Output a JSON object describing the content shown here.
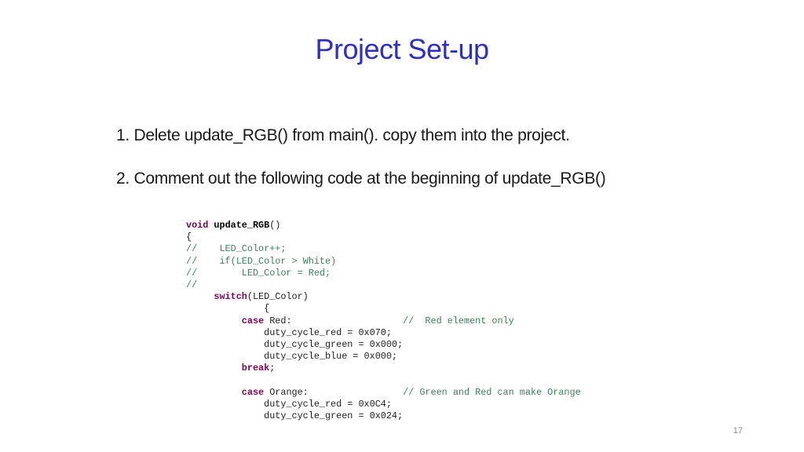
{
  "slide": {
    "title": "Project Set-up",
    "bullets": [
      "1. Delete update_RGB() from main(). copy them into the project.",
      "2. Comment out the following code at the beginning of update_RGB()"
    ],
    "code_lines": [
      {
        "kw": "void ",
        "fn": "update_RGB",
        "code": "()",
        "kw2": "",
        "comment": ""
      },
      {
        "kw": "",
        "fn": "",
        "code": "{",
        "kw2": "",
        "comment": ""
      },
      {
        "kw": "",
        "fn": "",
        "code": "//    LED_Color++;",
        "kw2": "",
        "comment": ""
      },
      {
        "kw": "",
        "fn": "",
        "code": "//    if(LED_Color > White)",
        "kw2": "",
        "comment": ""
      },
      {
        "kw": "",
        "fn": "",
        "code": "//        LED_Color = Red;",
        "kw2": "",
        "comment": ""
      },
      {
        "kw": "",
        "fn": "",
        "code": "//",
        "kw2": "",
        "comment": ""
      },
      {
        "kw": "     switch",
        "fn": "",
        "code": "(LED_Color)",
        "kw2": "",
        "comment": ""
      },
      {
        "kw": "",
        "fn": "",
        "code": "              {",
        "kw2": "",
        "comment": ""
      },
      {
        "kw": "          case ",
        "fn": "",
        "code": "Red:",
        "kw2": "",
        "comment": "                    //  Red element only"
      },
      {
        "kw": "",
        "fn": "",
        "code": "              duty_cycle_red = 0x070;",
        "kw2": "",
        "comment": ""
      },
      {
        "kw": "",
        "fn": "",
        "code": "              duty_cycle_green = 0x000;",
        "kw2": "",
        "comment": ""
      },
      {
        "kw": "",
        "fn": "",
        "code": "              duty_cycle_blue = 0x000;",
        "kw2": "",
        "comment": ""
      },
      {
        "kw": "          break",
        "fn": "",
        "code": ";",
        "kw2": "",
        "comment": ""
      },
      {
        "kw": "",
        "fn": "",
        "code": " ",
        "kw2": "",
        "comment": ""
      },
      {
        "kw": "          case ",
        "fn": "",
        "code": "Orange:",
        "kw2": "",
        "comment": "                 // Green and Red can make Orange"
      },
      {
        "kw": "",
        "fn": "",
        "code": "              duty_cycle_red = 0x0C4;",
        "kw2": "",
        "comment": ""
      },
      {
        "kw": "",
        "fn": "",
        "code": "              duty_cycle_green = 0x024;",
        "kw2": "",
        "comment": ""
      }
    ],
    "page_number": "17"
  }
}
